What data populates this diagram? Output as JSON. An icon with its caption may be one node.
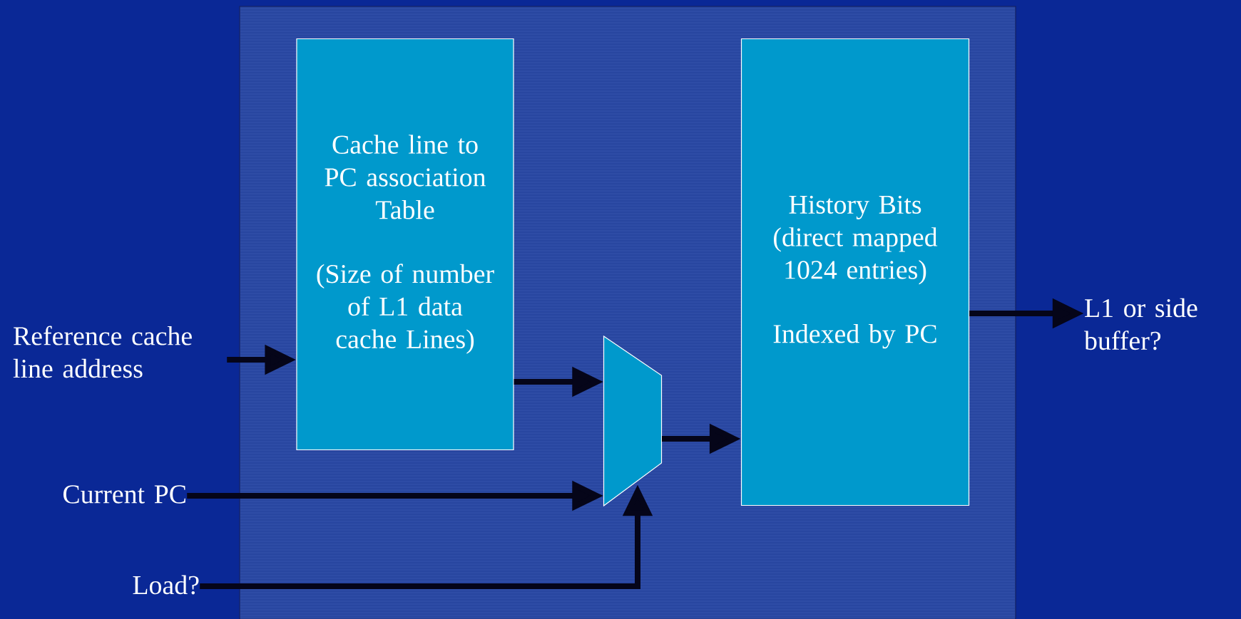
{
  "diagram": {
    "nodes": [
      {
        "text": [
          "Reference cache line address"
        ]
      },
      {
        "text": [
          "Cache line to PC association Table",
          "(Size of number of L1 data cache Lines)"
        ]
      },
      {
        "text": [
          "Current PC"
        ]
      },
      {
        "text": [
          "Load?"
        ]
      },
      {
        "text": [],
        "shape": "trapezoid"
      },
      {
        "text": [
          "History Bits (direct mapped 1024 entries)",
          "Indexed by PC"
        ]
      },
      {
        "text": [
          "L1 or side buffer?"
        ]
      }
    ],
    "edges": [
      {
        "from": 0,
        "to": 1,
        "arrow": "to"
      },
      {
        "from": 1,
        "to": 4,
        "arrow": "to"
      },
      {
        "from": 2,
        "to": 4,
        "arrow": "to"
      },
      {
        "from": 3,
        "to": 4,
        "arrow": "to"
      },
      {
        "from": 4,
        "to": 5,
        "arrow": "to"
      },
      {
        "from": 5,
        "to": 6,
        "arrow": "to"
      }
    ]
  }
}
